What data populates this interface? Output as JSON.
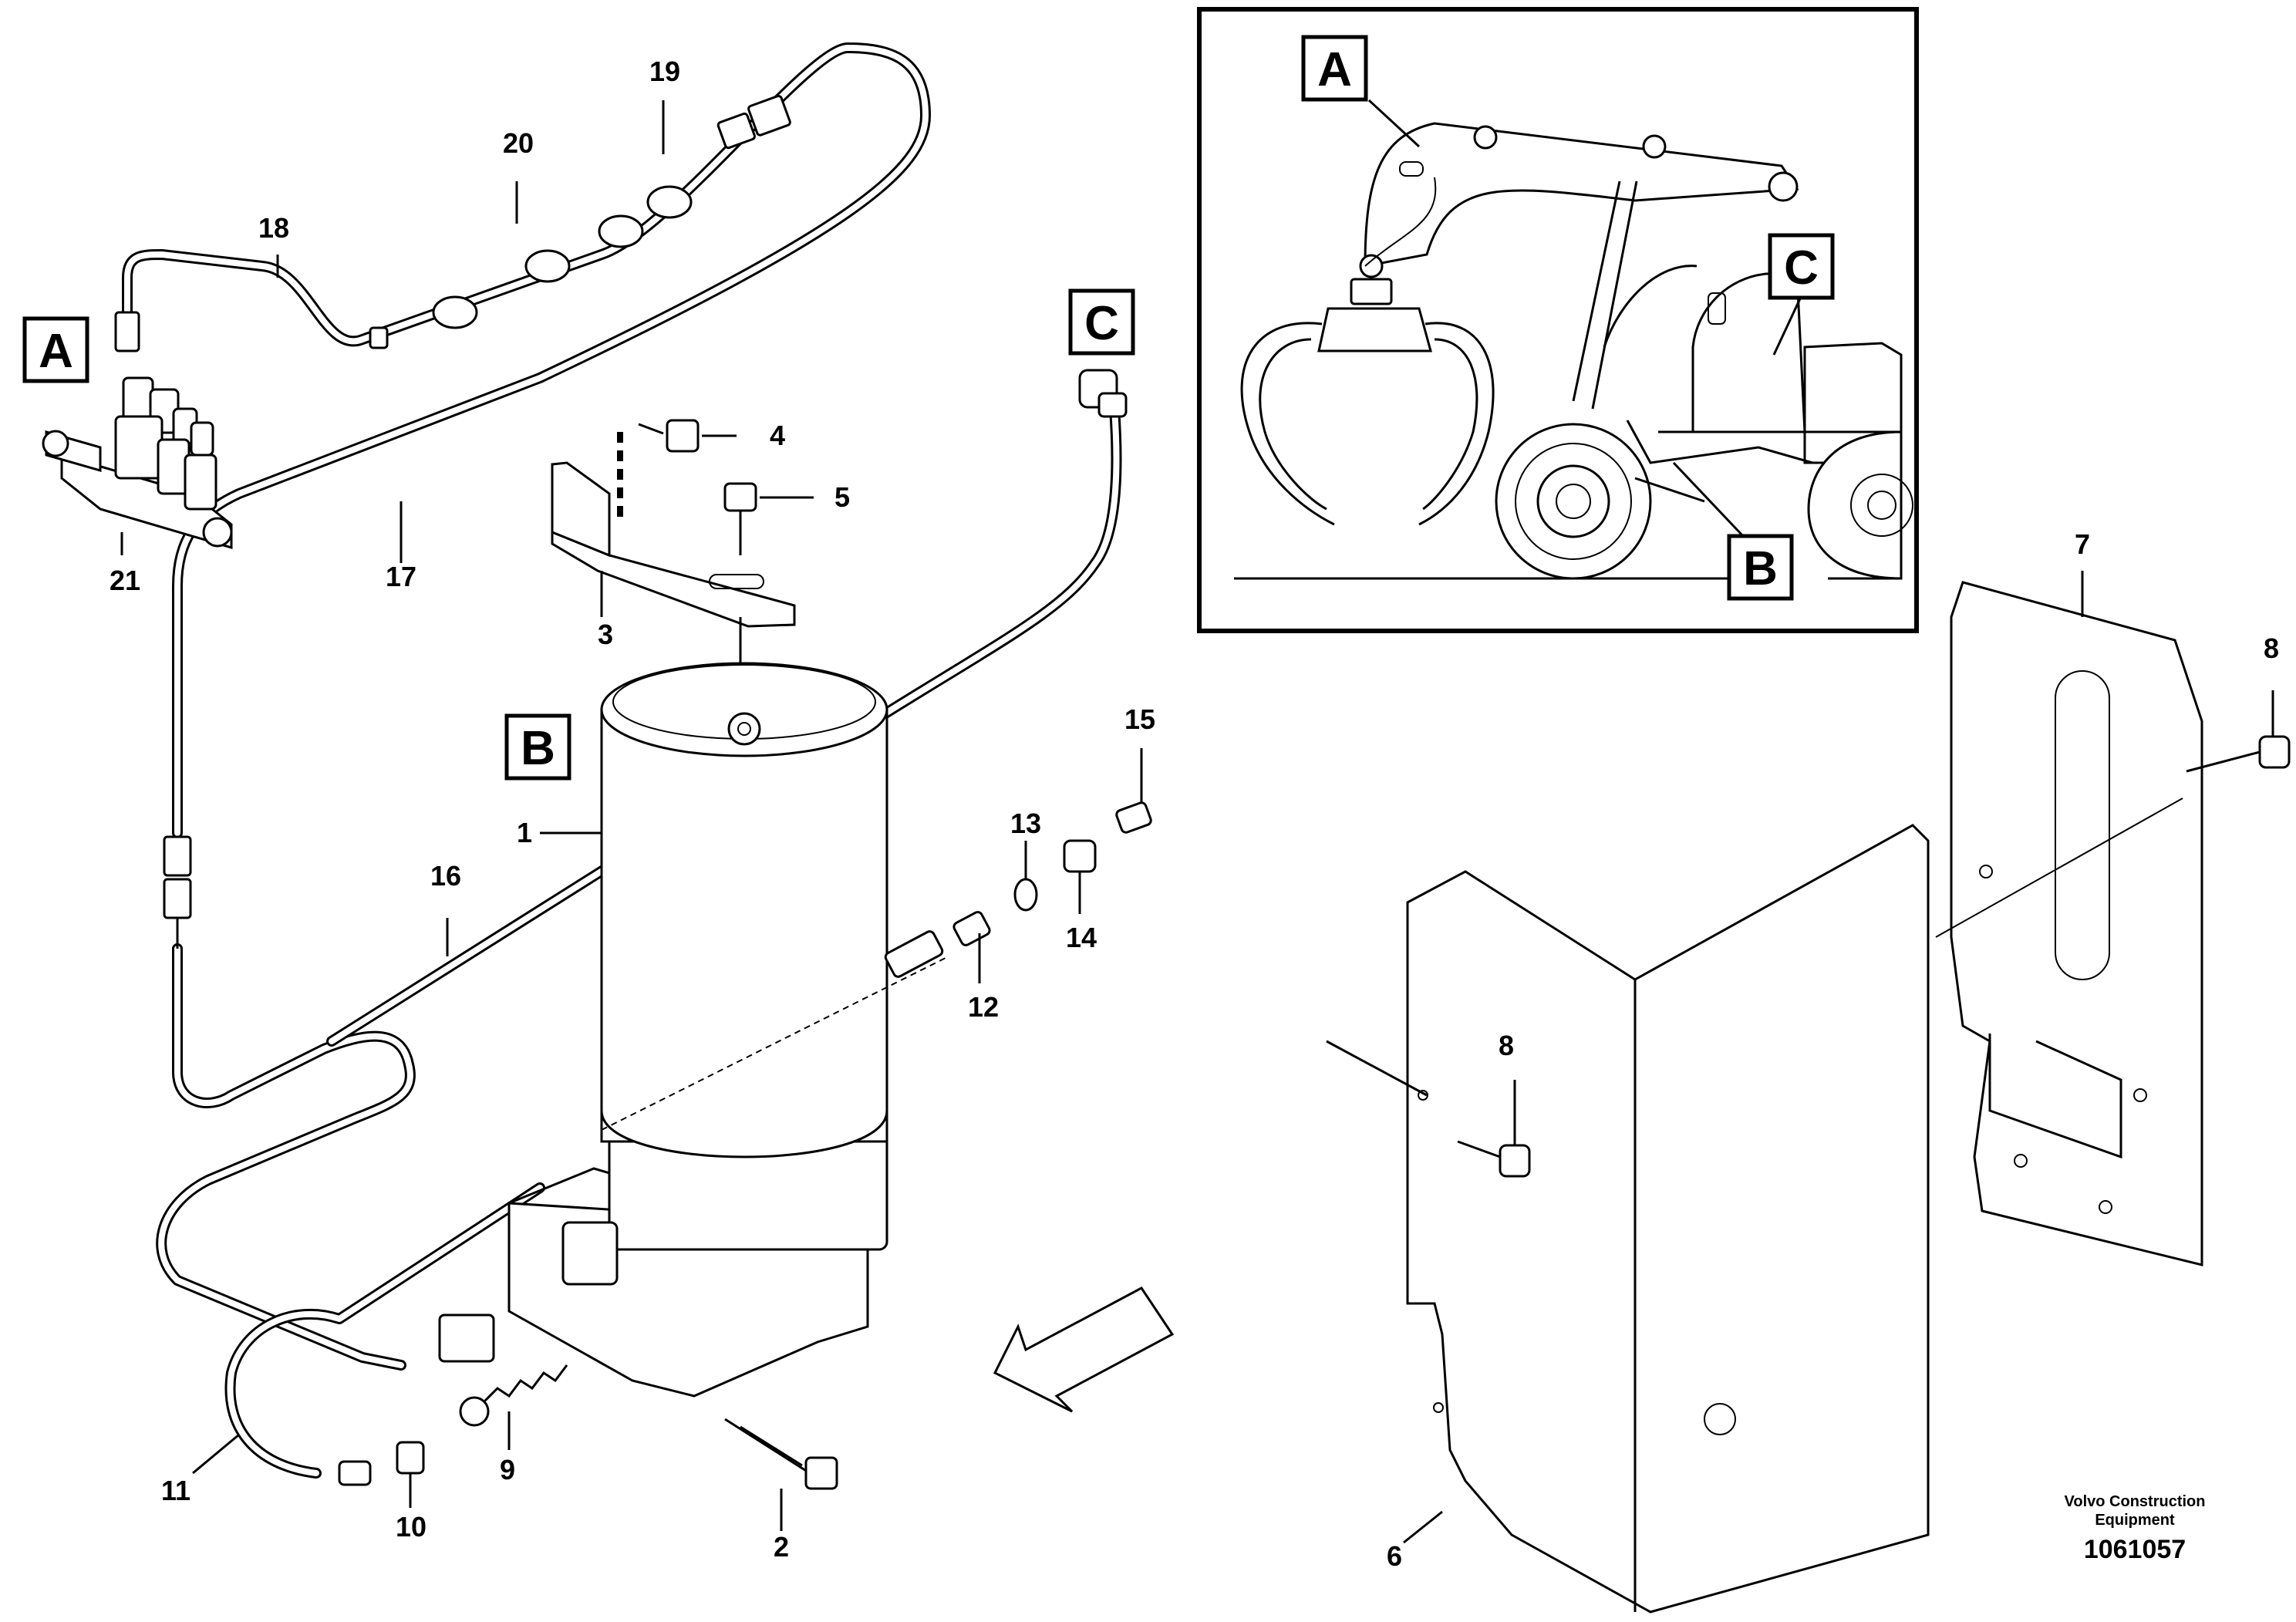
{
  "reference_boxes": [
    {
      "id": "A",
      "label": "A"
    },
    {
      "id": "B",
      "label": "B"
    },
    {
      "id": "C",
      "label": "C"
    }
  ],
  "inset": {
    "reference_boxes": [
      {
        "id": "A",
        "label": "A"
      },
      {
        "id": "B",
        "label": "B"
      },
      {
        "id": "C",
        "label": "C"
      }
    ]
  },
  "callouts": [
    "1",
    "2",
    "3",
    "4",
    "5",
    "6",
    "7",
    "8",
    "8",
    "9",
    "10",
    "11",
    "12",
    "13",
    "14",
    "15",
    "16",
    "17",
    "18",
    "19",
    "20",
    "21"
  ],
  "footer": {
    "brand_line1": "Volvo Construction",
    "brand_line2": "Equipment",
    "doc_number": "1061057"
  }
}
